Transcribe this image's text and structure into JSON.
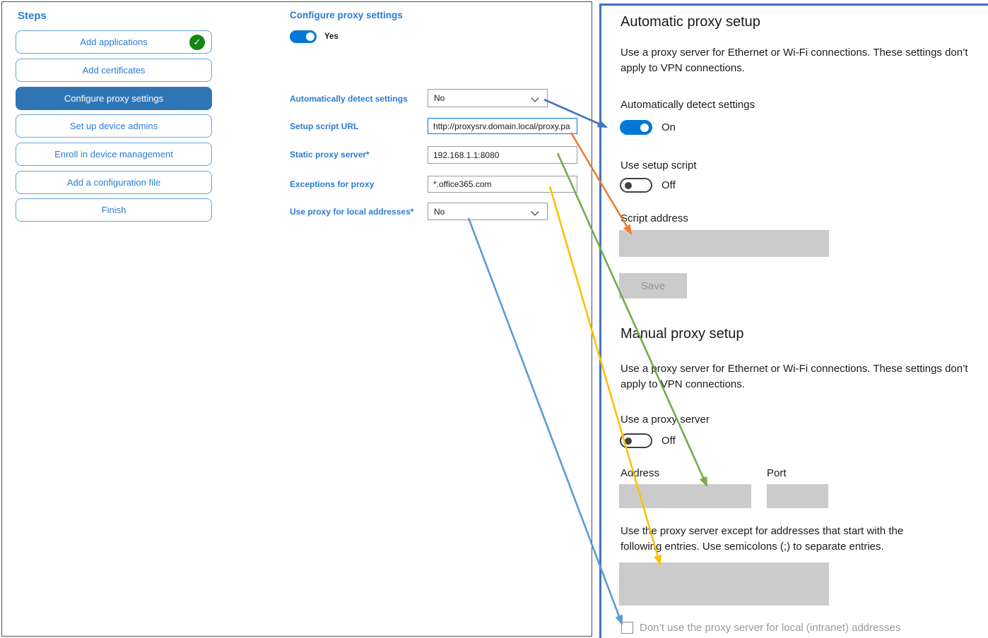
{
  "sidebar": {
    "title": "Steps",
    "items": [
      {
        "label": "Add applications",
        "completed": true
      },
      {
        "label": "Add certificates"
      },
      {
        "label": "Configure proxy settings",
        "selected": true
      },
      {
        "label": "Set up device admins"
      },
      {
        "label": "Enroll in device management"
      },
      {
        "label": "Add a configuration file"
      },
      {
        "label": "Finish"
      }
    ],
    "completed_icon": "✓"
  },
  "form": {
    "title": "Configure proxy settings",
    "enabled_toggle": {
      "state": "on",
      "label": "Yes"
    },
    "fields": [
      {
        "label": "Automatically detect settings",
        "type": "select",
        "value": "No"
      },
      {
        "label": "Setup script URL",
        "type": "text",
        "value": "http://proxysrv.domain.local/proxy.pa",
        "focused": true
      },
      {
        "label": "Static proxy server*",
        "type": "text",
        "value": "192.168.1.1:8080"
      },
      {
        "label": "Exceptions for proxy",
        "type": "text",
        "value": "*.office365.com"
      },
      {
        "label": "Use proxy for local addresses*",
        "type": "select",
        "value": "No"
      }
    ]
  },
  "settings_panel": {
    "automatic": {
      "heading": "Automatic proxy setup",
      "description": "Use a proxy server for Ethernet or Wi-Fi connections. These settings don’t apply to VPN connections.",
      "detect_label": "Automatically detect settings",
      "detect_state": "On",
      "setup_script_label": "Use setup script",
      "setup_script_state": "Off",
      "script_address_label": "Script address",
      "script_address_value": "",
      "save_label": "Save"
    },
    "manual": {
      "heading": "Manual proxy setup",
      "description": "Use a proxy server for Ethernet or Wi-Fi connections. These settings don’t apply to VPN connections.",
      "use_proxy_label": "Use a proxy server",
      "use_proxy_state": "Off",
      "address_label": "Address",
      "address_value": "",
      "port_label": "Port",
      "port_value": "",
      "exceptions_description": "Use the proxy server except for addresses that start with the following entries. Use semicolons (;) to separate entries.",
      "exceptions_value": "",
      "local_checkbox_label": "Don’t use the proxy server for local (intranet) addresses",
      "local_checkbox_checked": false
    }
  },
  "colors": {
    "accent_blue": "#2b7cd3",
    "selected_step_bg": "#2e75b6",
    "completed_green": "#128712",
    "toggle_on_blue": "#0078d7",
    "panel_border_blue": "#4472c4",
    "disabled_gray": "#cbcbcb",
    "arrow_blue": "#4472c4",
    "arrow_orange": "#ed7d31",
    "arrow_green": "#70ad47",
    "arrow_yellow": "#ffc000",
    "arrow_light_blue": "#5b9bd5"
  }
}
